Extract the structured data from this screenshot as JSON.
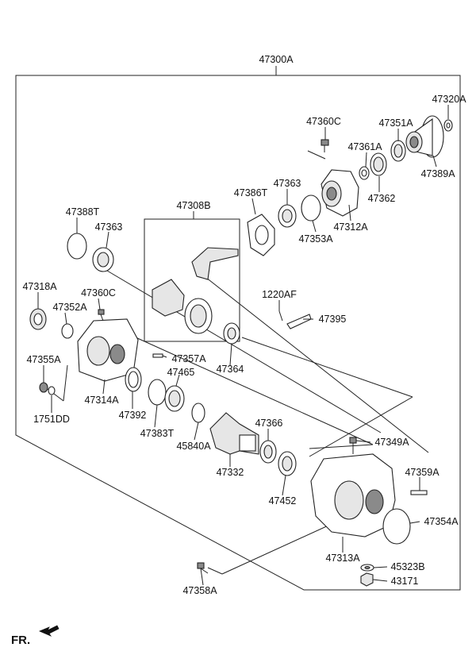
{
  "labels": {
    "p47300A": "47300A",
    "p47320A": "47320A",
    "p47360C_top": "47360C",
    "p47351A": "47351A",
    "p47361A": "47361A",
    "p47389A": "47389A",
    "p47386T": "47386T",
    "p47363_top": "47363",
    "p47362": "47362",
    "p47308B": "47308B",
    "p47388T": "47388T",
    "p47363_left": "47363",
    "p47353A": "47353A",
    "p47312A": "47312A",
    "p47318A": "47318A",
    "p47360C_left": "47360C",
    "p47352A": "47352A",
    "p1220AF": "1220AF",
    "p47395": "47395",
    "p47357A": "47357A",
    "p47355A": "47355A",
    "p47364": "47364",
    "p47465": "47465",
    "p47314A": "47314A",
    "p47392": "47392",
    "p1751DD": "1751DD",
    "p47383T": "47383T",
    "p45840A": "45840A",
    "p47366": "47366",
    "p47349A": "47349A",
    "p47332": "47332",
    "p47359A": "47359A",
    "p47452": "47452",
    "p47354A": "47354A",
    "p47313A": "47313A",
    "p45323B": "45323B",
    "p47358A": "47358A",
    "p43171": "43171"
  },
  "direction_label": "FR.",
  "icons": {
    "direction": "arrow-left-down-icon"
  }
}
